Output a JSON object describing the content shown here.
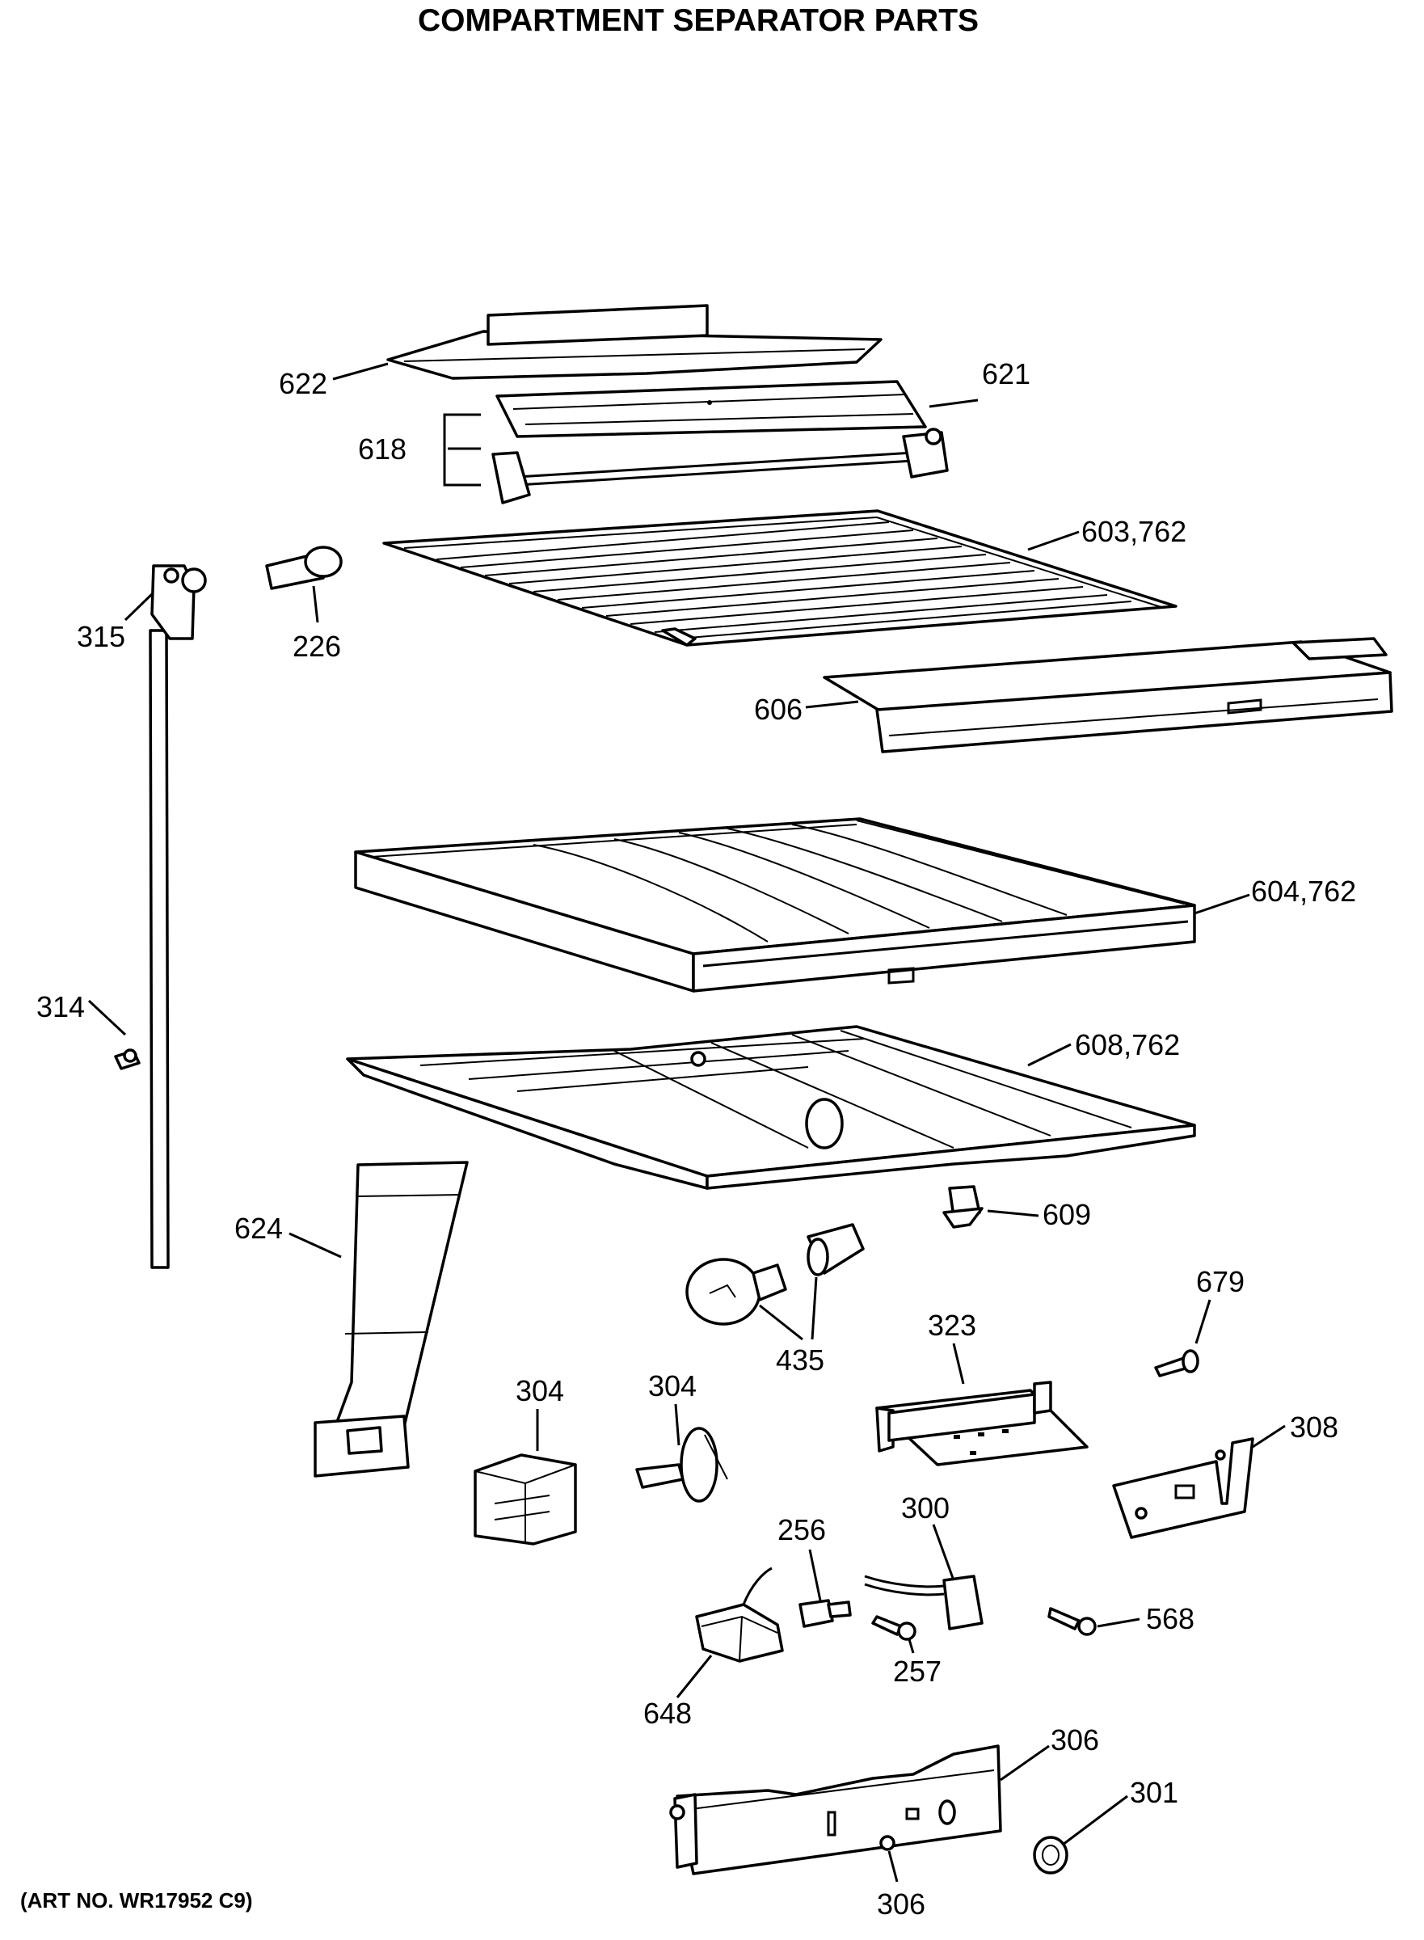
{
  "title": "COMPARTMENT SEPARATOR PARTS",
  "art_number": "(ART NO. WR17952 C9)",
  "parts": [
    {
      "id": "622",
      "label": "622"
    },
    {
      "id": "621",
      "label": "621"
    },
    {
      "id": "618",
      "label": "618"
    },
    {
      "id": "603",
      "label": "603,762"
    },
    {
      "id": "315",
      "label": "315"
    },
    {
      "id": "226",
      "label": "226"
    },
    {
      "id": "606",
      "label": "606"
    },
    {
      "id": "604",
      "label": "604,762"
    },
    {
      "id": "314",
      "label": "314"
    },
    {
      "id": "608",
      "label": "608,762"
    },
    {
      "id": "609",
      "label": "609"
    },
    {
      "id": "624",
      "label": "624"
    },
    {
      "id": "679",
      "label": "679"
    },
    {
      "id": "323",
      "label": "323"
    },
    {
      "id": "435",
      "label": "435"
    },
    {
      "id": "304a",
      "label": "304"
    },
    {
      "id": "304b",
      "label": "304"
    },
    {
      "id": "308",
      "label": "308"
    },
    {
      "id": "300",
      "label": "300"
    },
    {
      "id": "256",
      "label": "256"
    },
    {
      "id": "568",
      "label": "568"
    },
    {
      "id": "257",
      "label": "257"
    },
    {
      "id": "648",
      "label": "648"
    },
    {
      "id": "306a",
      "label": "306"
    },
    {
      "id": "301",
      "label": "301"
    },
    {
      "id": "306b",
      "label": "306"
    }
  ]
}
